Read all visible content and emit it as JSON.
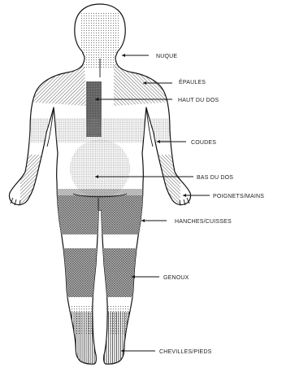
{
  "colors": {
    "outline": "#111111",
    "hatch": "#333333",
    "dots": "#777777",
    "label": "#222222"
  },
  "labels": {
    "nuque": "NUQUE",
    "epaules": "ÉPAULES",
    "haut_dos": "HAUT DU DOS",
    "coudes": "COUDES",
    "bas_dos": "BAS DU DOS",
    "poignets": "POIGNETS/MAINS",
    "hanches": "HANCHES/CUISSES",
    "genoux": "GENOUX",
    "chevilles": "CHEVILLES/PIEDS"
  }
}
